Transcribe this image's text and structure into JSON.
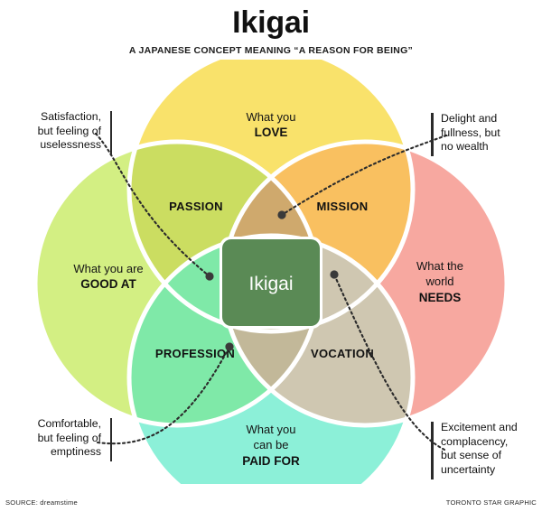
{
  "header": {
    "title": "Ikigai",
    "subtitle": "A JAPANESE CONCEPT MEANING “A REASON FOR BEING”"
  },
  "diagram": {
    "center_label": "Ikigai",
    "center_color": "#5a8a55",
    "circles": [
      {
        "id": "love",
        "position": "top",
        "color": "#f9e26b",
        "lines": [
          "What you",
          "LOVE"
        ],
        "bold_line_index": 1
      },
      {
        "id": "good-at",
        "position": "left",
        "color": "#d3ef83",
        "lines": [
          "What you are",
          "GOOD AT"
        ],
        "bold_line_index": 1
      },
      {
        "id": "needs",
        "position": "right",
        "color": "#f7a8a0",
        "lines": [
          "What the",
          "world",
          "NEEDS"
        ],
        "bold_line_index": 2
      },
      {
        "id": "paid-for",
        "position": "bottom",
        "color": "#8cf0d8",
        "lines": [
          "What you",
          "can be",
          "PAID FOR"
        ],
        "bold_line_index": 2
      }
    ],
    "intersections": [
      {
        "id": "passion",
        "label": "PASSION",
        "color": "#cbdd61"
      },
      {
        "id": "mission",
        "label": "MISSION",
        "color": "#f9c060"
      },
      {
        "id": "profession",
        "label": "PROFESSION",
        "color": "#7fe9a8"
      },
      {
        "id": "vocation",
        "label": "VOCATION",
        "color": "#cfc7b1"
      }
    ],
    "triple_overlaps": [
      {
        "id": "satisfaction-region",
        "color": "#b2c67f"
      },
      {
        "id": "delight-region",
        "color": "#cfa96d"
      },
      {
        "id": "comfortable-region",
        "color": "#8fc98f"
      },
      {
        "id": "excitement-region",
        "color": "#c2b899"
      }
    ]
  },
  "callouts": [
    {
      "id": "satisfaction",
      "corner": "top-left",
      "lines": [
        "Satisfaction,",
        "but feeling of",
        "uselessness"
      ]
    },
    {
      "id": "delight",
      "corner": "top-right",
      "lines": [
        "Delight and",
        "fullness, but",
        "no wealth"
      ]
    },
    {
      "id": "comfortable",
      "corner": "bottom-left",
      "lines": [
        "Comfortable,",
        "but feeling of",
        "emptiness"
      ]
    },
    {
      "id": "excitement",
      "corner": "bottom-right",
      "lines": [
        "Excitement and",
        "complacency,",
        "but sense of",
        "uncertainty"
      ]
    }
  ],
  "footer": {
    "source": "SOURCE: dreamstime",
    "credit": "TORONTO STAR GRAPHIC"
  }
}
